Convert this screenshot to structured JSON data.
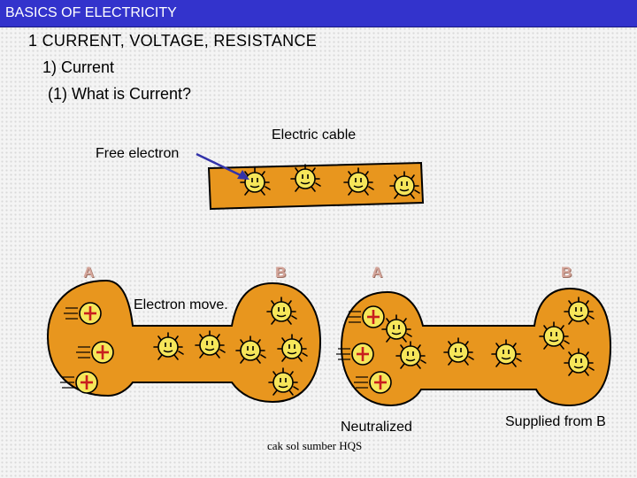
{
  "slide": {
    "title": "BASICS OF ELECTRICITY",
    "heading1": "1 CURRENT, VOLTAGE, RESISTANCE",
    "heading2": "1) Current",
    "heading3": "(1) What is Current?"
  },
  "figure": {
    "electric_cable": "Electric cable",
    "free_electron": "Free electron",
    "electron_move": "Electron move.",
    "neutralized": "Neutralized",
    "supplied_from_b": "Supplied from B",
    "terminal_a_left": "A",
    "terminal_b_left": "B",
    "terminal_a_right": "A",
    "terminal_b_right": "B",
    "credit": "cak sol sumber HQS"
  },
  "colors": {
    "title_bar": "#3333cc",
    "cable": "#e8961e",
    "electron": "#f6e65a",
    "ion_cross": "#c81e1e",
    "arrow": "#3333aa"
  }
}
